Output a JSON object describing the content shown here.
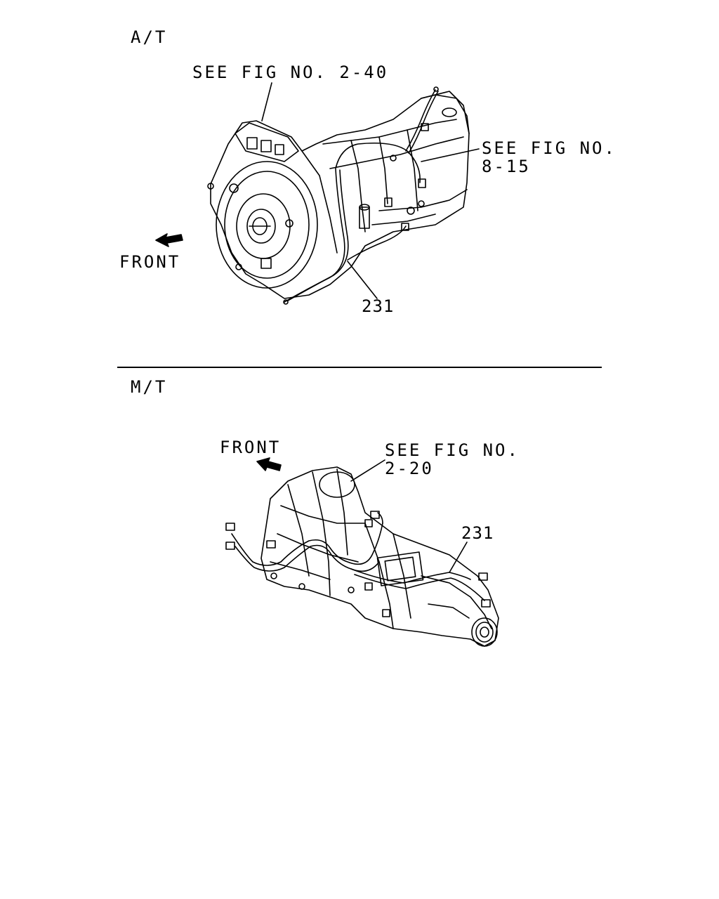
{
  "sections": {
    "at": {
      "heading": "A/T",
      "callout_ref_1": "SEE FIG NO. 2-40",
      "callout_ref_2": "SEE FIG NO.\n8-15",
      "front_label": "FRONT",
      "part_number": "231"
    },
    "mt": {
      "heading": "M/T",
      "callout_ref": "SEE FIG NO.\n2-20",
      "front_label": "FRONT",
      "part_number": "231"
    }
  }
}
